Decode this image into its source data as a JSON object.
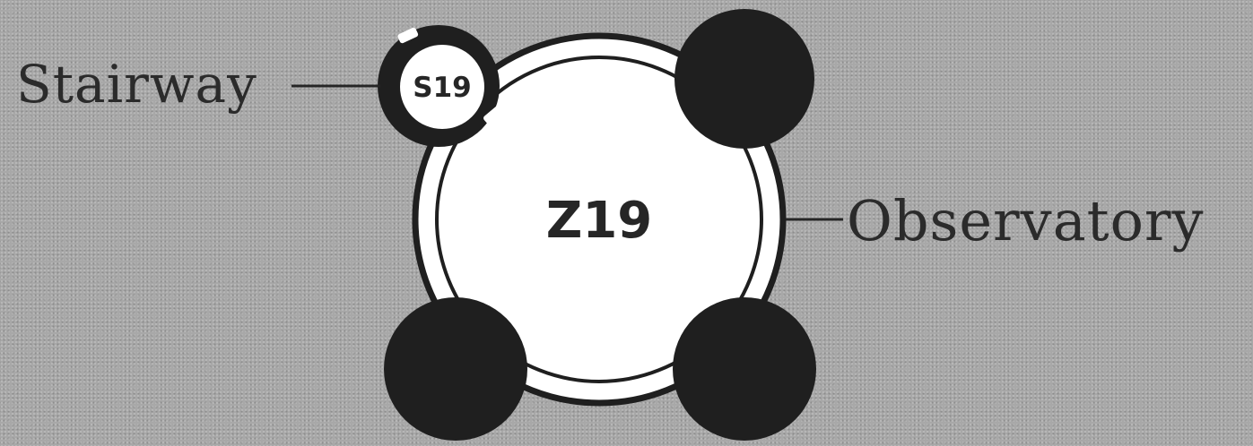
{
  "diagram": {
    "main_room": {
      "code": "Z19",
      "label": "Observatory"
    },
    "stair": {
      "code": "S19",
      "label": "Stairway"
    },
    "colors": {
      "background": "#a8a8a8",
      "room_fill": "#ffffff",
      "tower_fill": "#1f1f1f",
      "text": "#262626"
    }
  }
}
